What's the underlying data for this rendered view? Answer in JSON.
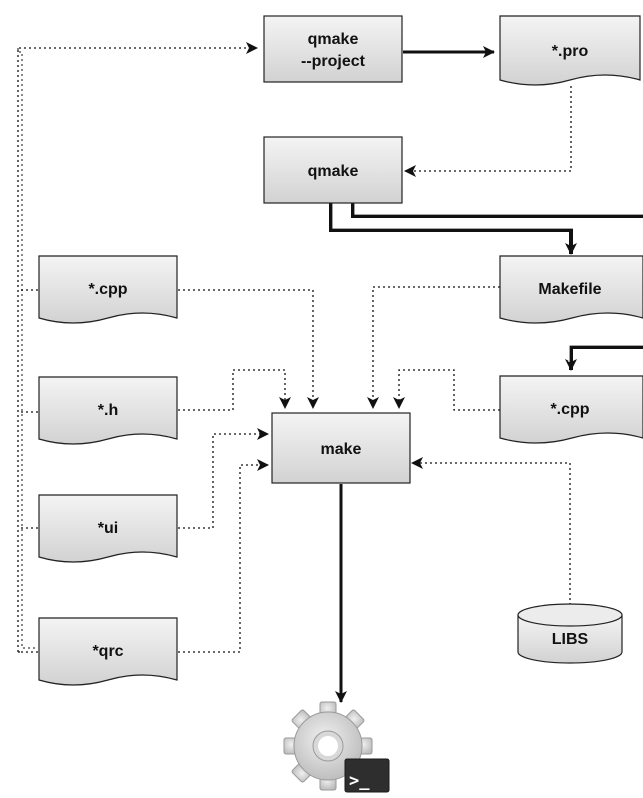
{
  "nodes": {
    "qmake_project": {
      "line1": "qmake",
      "line2": "--project"
    },
    "pro_file": {
      "label": "*.pro"
    },
    "qmake": {
      "label": "qmake"
    },
    "makefile": {
      "label": "Makefile"
    },
    "cpp_source": {
      "label": "*.cpp"
    },
    "cpp_generated": {
      "label": "*.cpp"
    },
    "h_file": {
      "label": "*.h"
    },
    "ui_file": {
      "label": "*ui"
    },
    "qrc_file": {
      "label": "*qrc"
    },
    "make": {
      "label": "make"
    },
    "libs": {
      "label": "LIBS"
    },
    "executable": {
      "icon": "gear-terminal-icon",
      "prompt": ">_"
    }
  },
  "colors": {
    "box_top": "#f4f4f4",
    "box_bottom": "#d2d2d2",
    "stroke": "#222222",
    "icon_gear": "#c4c4c4",
    "terminal_bg": "#2e2e2e"
  }
}
